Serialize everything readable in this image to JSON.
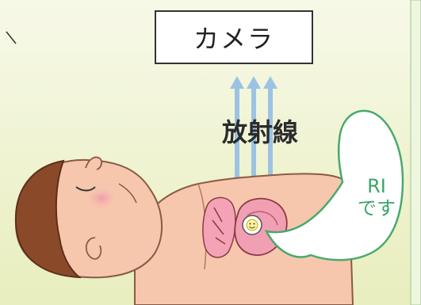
{
  "camera": {
    "label": "カメラ"
  },
  "radiation": {
    "label": "放射線"
  },
  "bubble": {
    "line1": "RI",
    "line2": "です"
  },
  "colors": {
    "background_top": "#f6f8e6",
    "background_bottom": "#eaf0c2",
    "right_panel": "#eef6e0",
    "arrow": "#9cc3e4",
    "skin": "#f6c7ad",
    "hair": "#8a4a2a",
    "bubble_stroke": "#4aa86d",
    "bubble_text": "#3aa66a"
  },
  "icons": {
    "ri_source": "smiley-face-icon",
    "rays": "up-arrow-icon"
  }
}
